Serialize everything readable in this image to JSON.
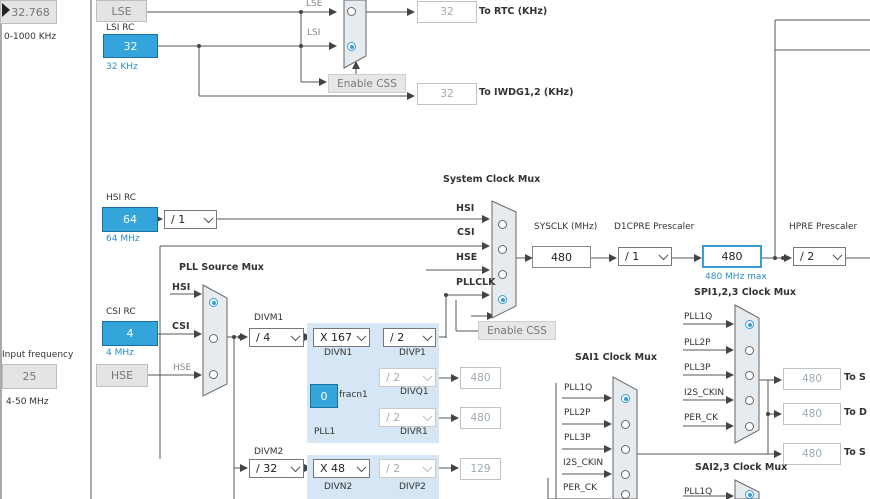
{
  "lse": {
    "value": "32.768",
    "range": "0-1000 KHz",
    "label": "LSE"
  },
  "lsi": {
    "title": "LSI RC",
    "value": "32",
    "freq": "32 KHz"
  },
  "rtc_mux": {
    "in_lse": "LSE",
    "in_lsi": "LSI"
  },
  "rtc": {
    "value": "32",
    "label": "To RTC (KHz)"
  },
  "enable_css_top": "Enable CSS",
  "iwdg": {
    "value": "32",
    "label": "To IWDG1,2 (KHz)"
  },
  "system_clock_mux": {
    "title": "System Clock Mux",
    "in_hsi": "HSI",
    "in_csi": "CSI",
    "in_hse": "HSE",
    "in_pllclk": "PLLCLK"
  },
  "hsi": {
    "title": "HSI RC",
    "value": "64",
    "freq": "64 MHz",
    "divider": "/ 1"
  },
  "csi": {
    "title": "CSI RC",
    "value": "4",
    "freq": "4 MHz"
  },
  "input_frequency": {
    "label": "Input frequency",
    "value": "25",
    "range": "4-50 MHz"
  },
  "hse": {
    "label": "HSE"
  },
  "pll_source_mux": {
    "title": "PLL Source Mux",
    "in_hsi": "HSI",
    "in_csi": "CSI",
    "in_hse": "HSE"
  },
  "sysclk": {
    "label": "SYSCLK (MHz)",
    "value": "480"
  },
  "d1cpre": {
    "label": "D1CPRE Prescaler",
    "value": "/ 1"
  },
  "cpu_clock": {
    "value": "480",
    "max": "480 MHz max"
  },
  "hpre": {
    "label": "HPRE Prescaler",
    "value": "/ 2"
  },
  "enable_css_mid": "Enable CSS",
  "pll1": {
    "label": "PLL1",
    "divm1_label": "DIVM1",
    "divm1": "/ 4",
    "divn1_label": "DIVN1",
    "divn1": "X 167",
    "divp1_label": "DIVP1",
    "divp1": "/ 2",
    "divq1_label": "DIVQ1",
    "divq1": "/ 2",
    "q_out": "480",
    "divr1_label": "DIVR1",
    "divr1": "/ 2",
    "r_out": "480",
    "fracn_value": "0",
    "fracn_label": "fracn1"
  },
  "pll2": {
    "divm2_label": "DIVM2",
    "divm2": "/ 32",
    "divn2_label": "DIVN2",
    "divn2": "X 48",
    "divp2_label": "DIVP2",
    "divp2": "/ 2",
    "p_out": "129"
  },
  "spi123_mux": {
    "title": "SPI1,2,3 Clock Mux",
    "inputs": [
      "PLL1Q",
      "PLL2P",
      "PLL3P",
      "I2S_CKIN",
      "PER_CK"
    ]
  },
  "spi_outputs": [
    {
      "value": "480",
      "label": "To S"
    },
    {
      "value": "480",
      "label": "To D"
    },
    {
      "value": "480",
      "label": "To S"
    }
  ],
  "sai1_mux": {
    "title": "SAI1 Clock Mux",
    "inputs": [
      "PLL1Q",
      "PLL2P",
      "PLL3P",
      "I2S_CKIN",
      "PER_CK"
    ]
  },
  "sai23_mux": {
    "title": "SAI2,3 Clock Mux",
    "inputs": [
      "PLL1Q"
    ]
  }
}
